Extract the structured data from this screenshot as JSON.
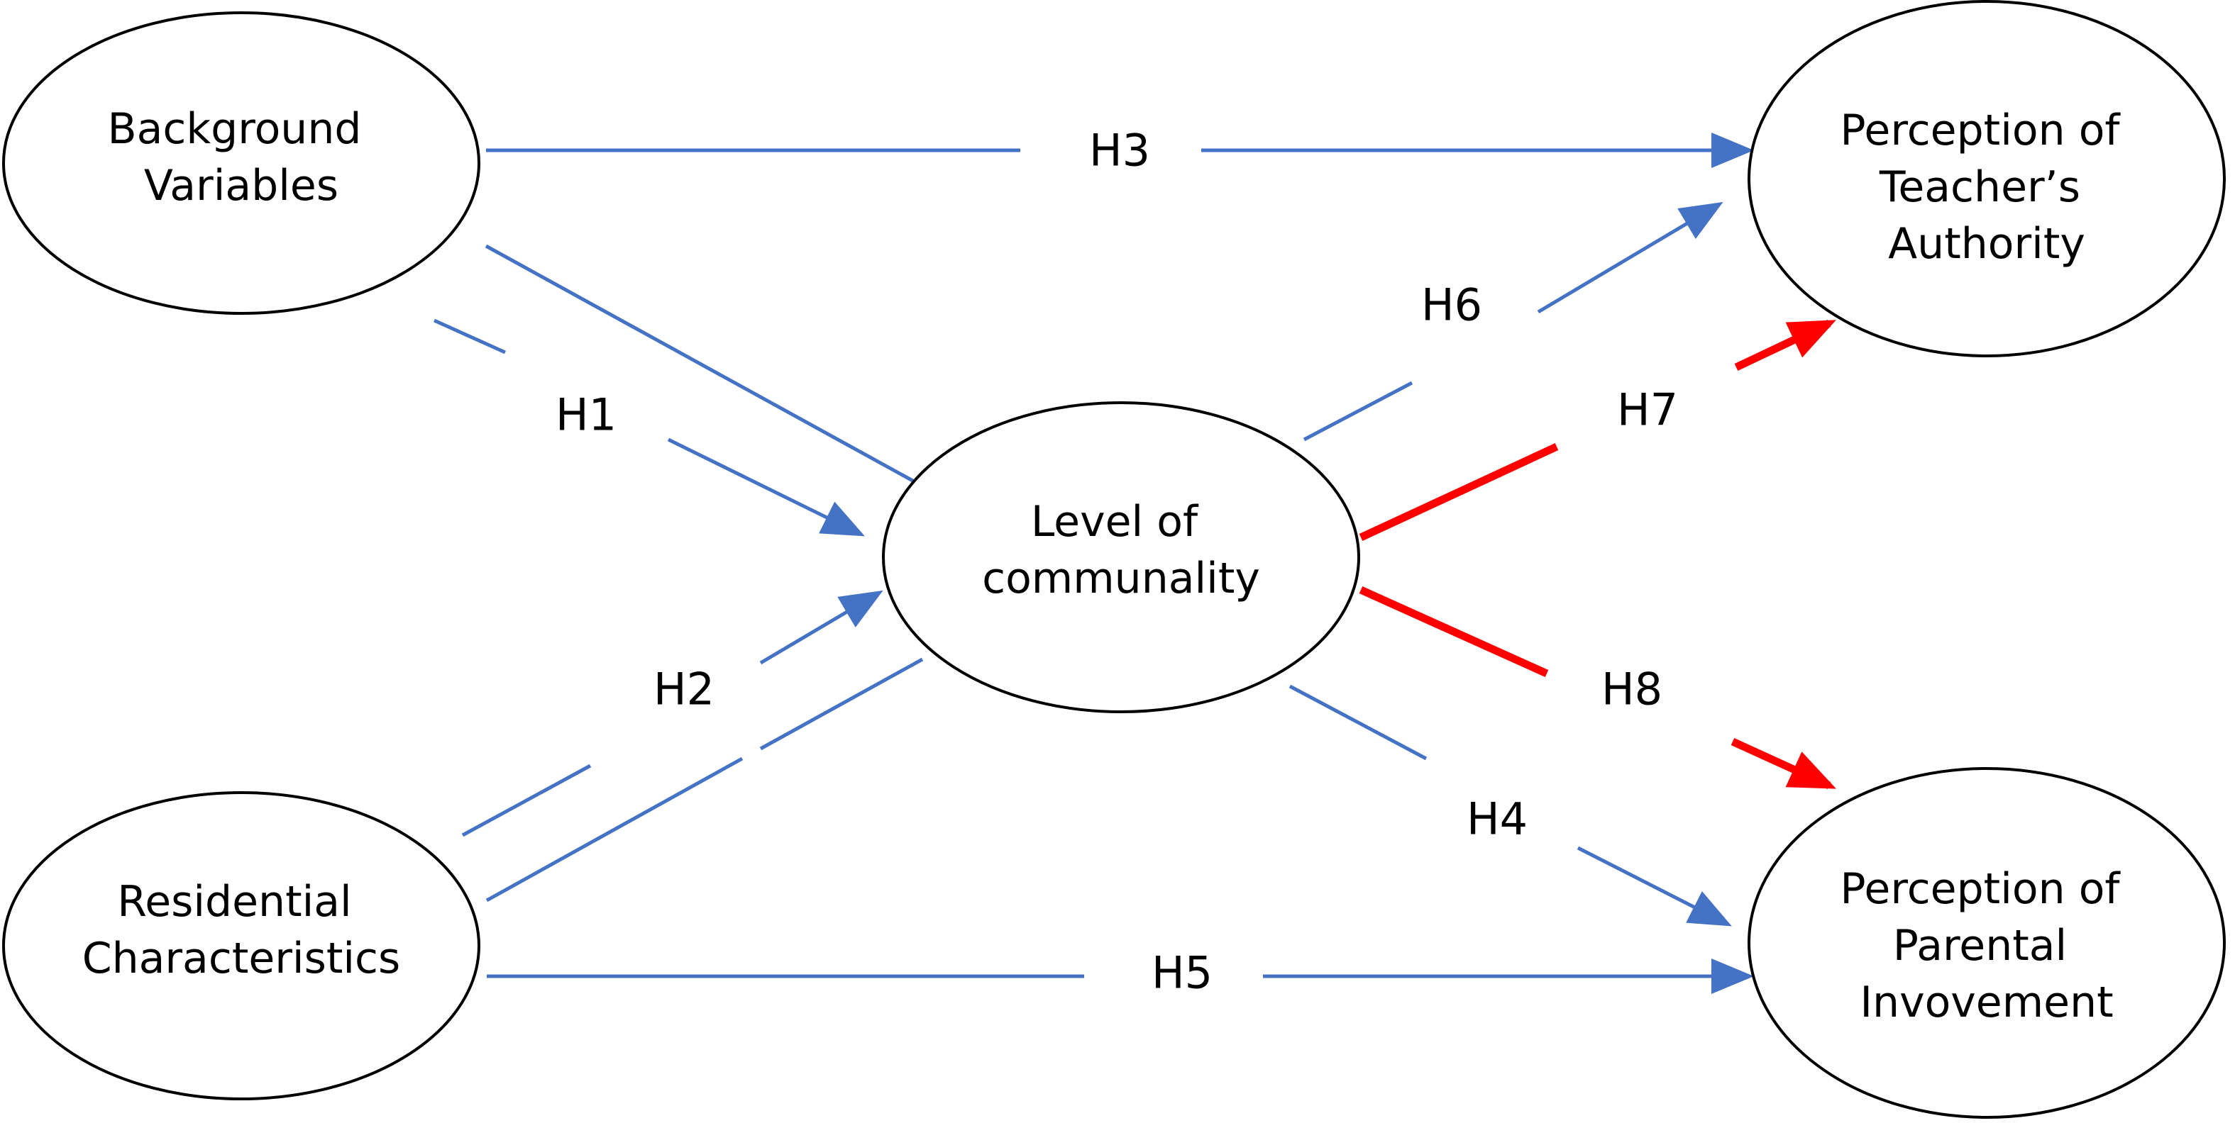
{
  "colors": {
    "blue": "#4472C4",
    "red": "#FF0000",
    "node_stroke": "#000000",
    "text": "#000000"
  },
  "nodes": {
    "background": {
      "lines": [
        "Background",
        "Variables"
      ]
    },
    "residential": {
      "lines": [
        "Residential",
        "Characteristics"
      ]
    },
    "community": {
      "lines": [
        "Level of",
        "communality"
      ]
    },
    "authority": {
      "lines": [
        "Perception of",
        "Teacher’s",
        "Authority"
      ]
    },
    "parental": {
      "lines": [
        "Perception of",
        "Parental",
        "Invovement"
      ]
    }
  },
  "edges": {
    "h1": {
      "label": "H1",
      "color": "blue"
    },
    "h2": {
      "label": "H2",
      "color": "blue"
    },
    "h3": {
      "label": "H3",
      "color": "blue"
    },
    "h4": {
      "label": "H4",
      "color": "blue"
    },
    "h5": {
      "label": "H5",
      "color": "blue"
    },
    "h6": {
      "label": "H6",
      "color": "blue"
    },
    "h7": {
      "label": "H7",
      "color": "red"
    },
    "h8": {
      "label": "H8",
      "color": "red"
    }
  }
}
